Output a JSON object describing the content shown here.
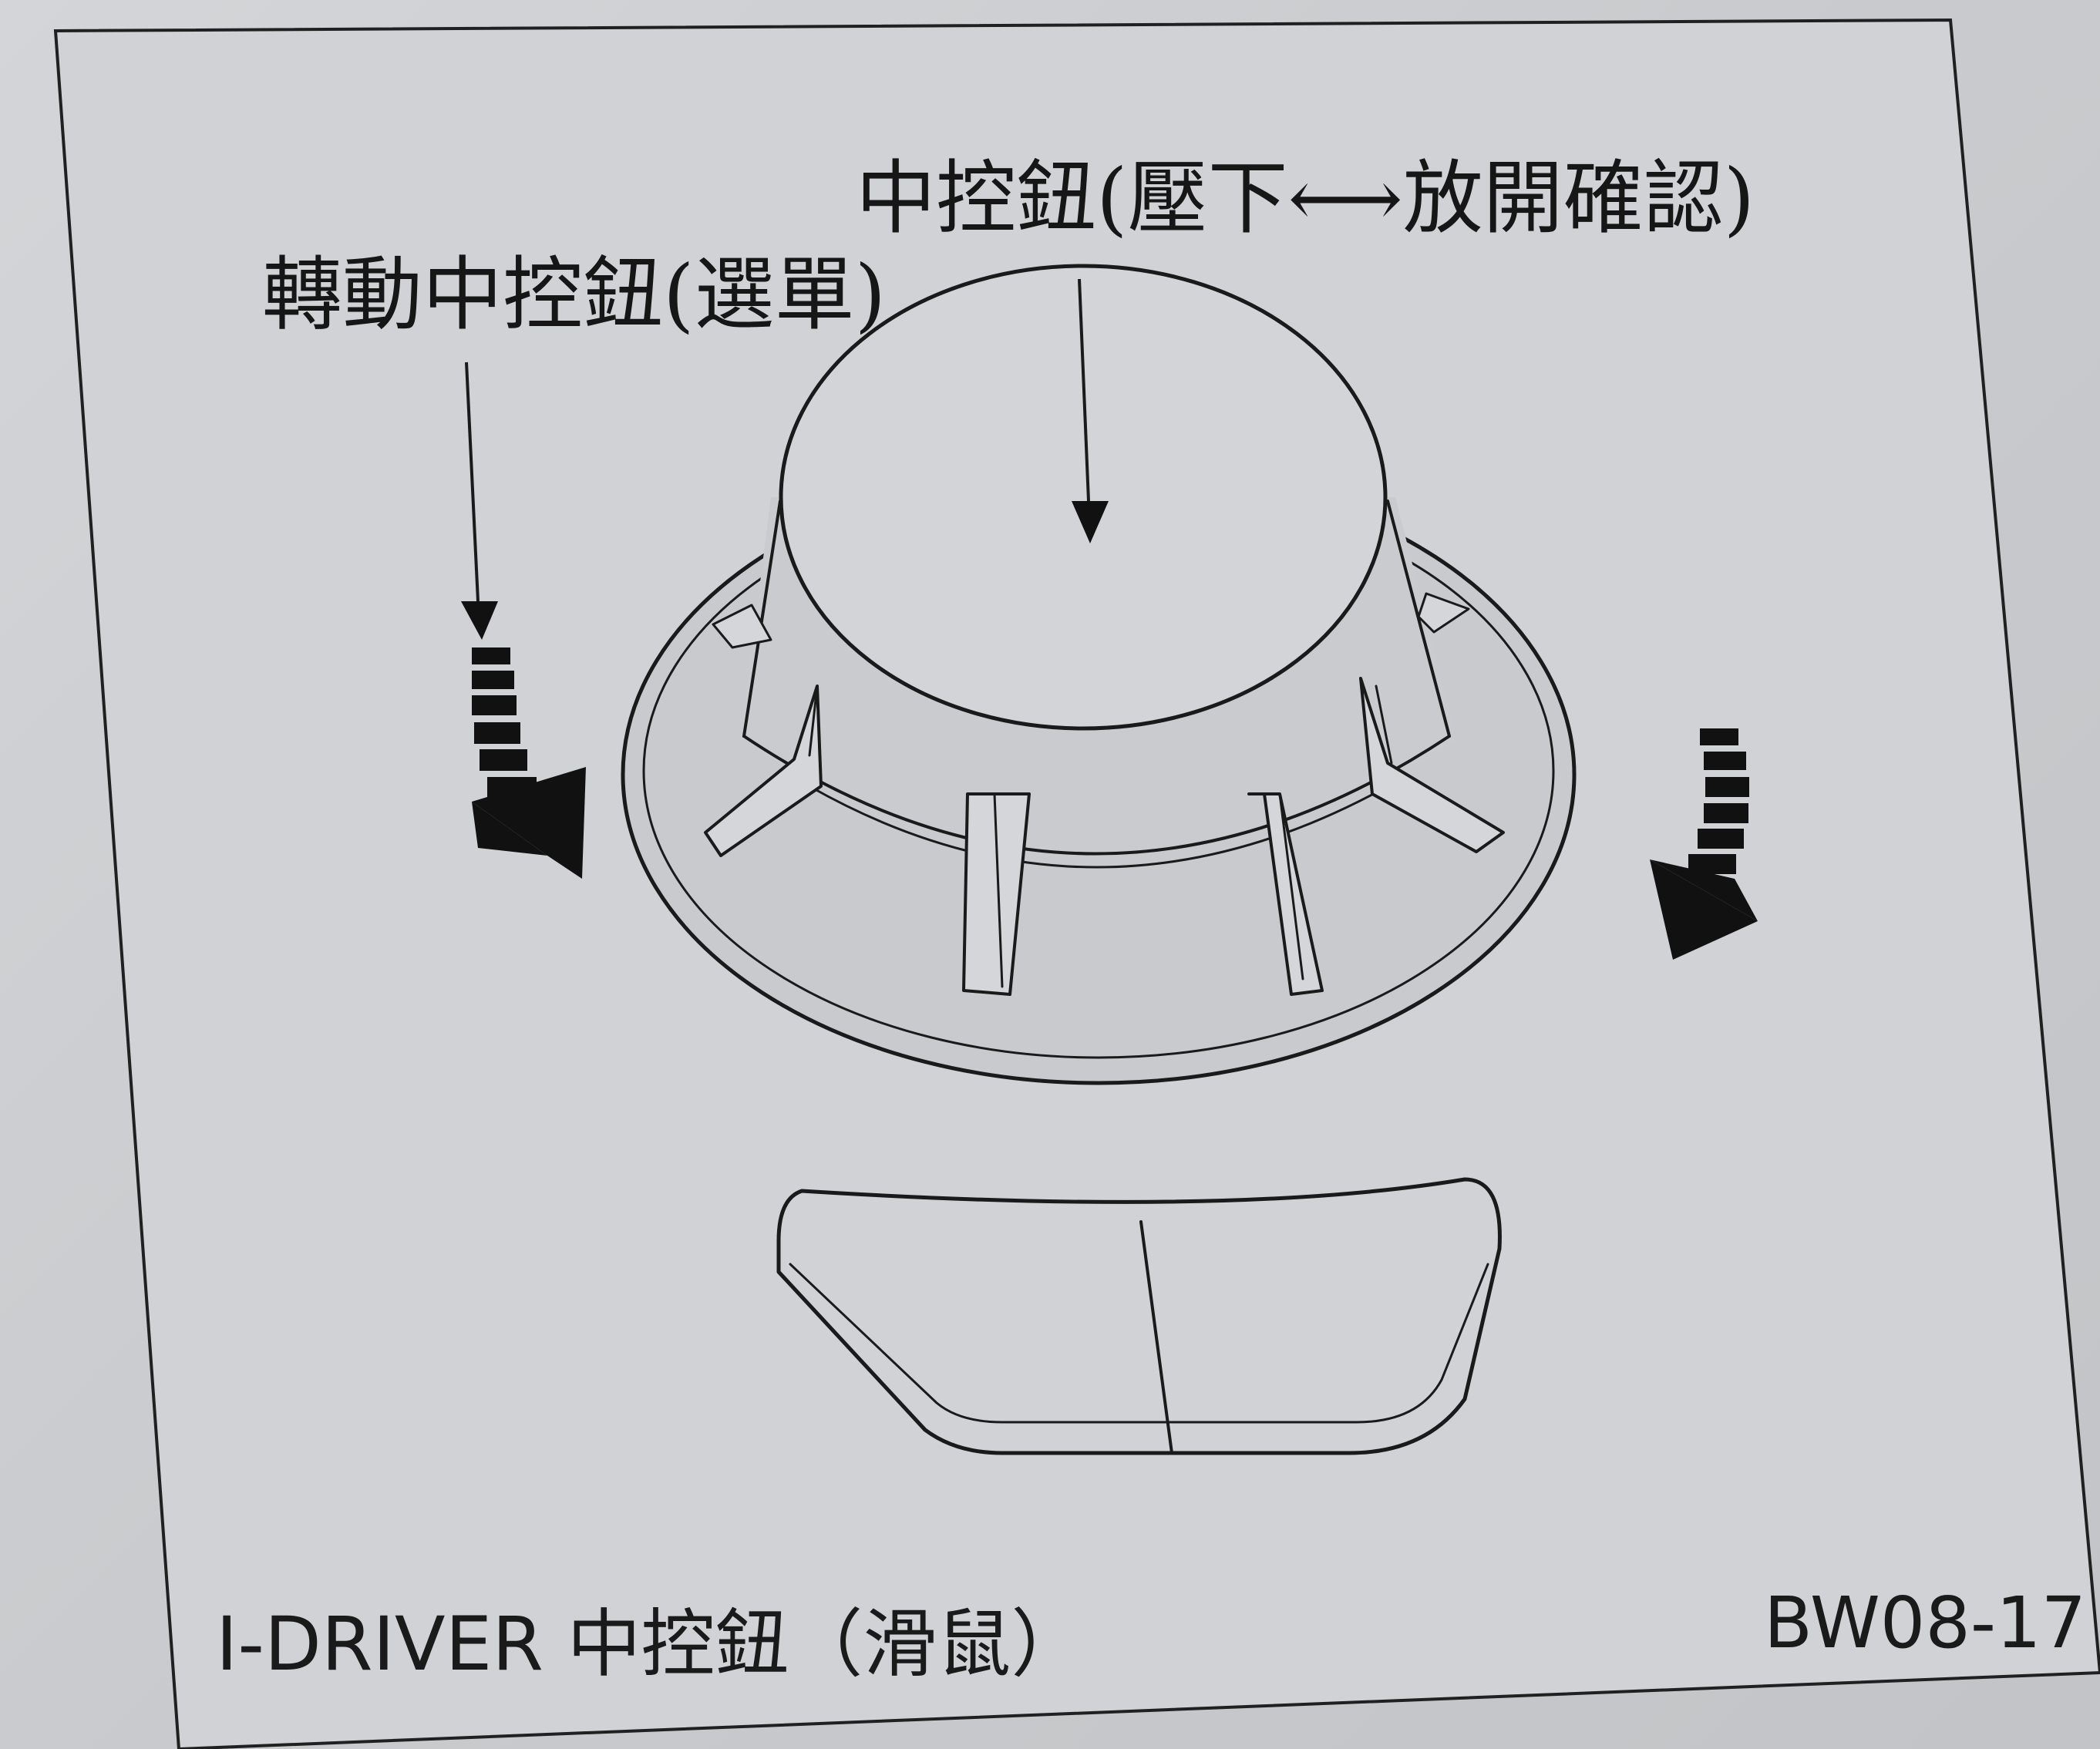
{
  "labels": {
    "press_confirm": "中控鈕(壓下⟷放開確認)",
    "rotate_menu": "轉動中控鈕(選單)"
  },
  "caption": "I-DRIVER 中控鈕（滑鼠）",
  "figure_code": "BW08-17",
  "icons": [
    "press-arrow-icon",
    "rotate-arrow-icon",
    "rotate-left-icon",
    "rotate-right-icon",
    "knob-icon",
    "mouse-pad-icon"
  ],
  "colors": {
    "ink": "#161616",
    "paper": "#cfd1d4"
  }
}
